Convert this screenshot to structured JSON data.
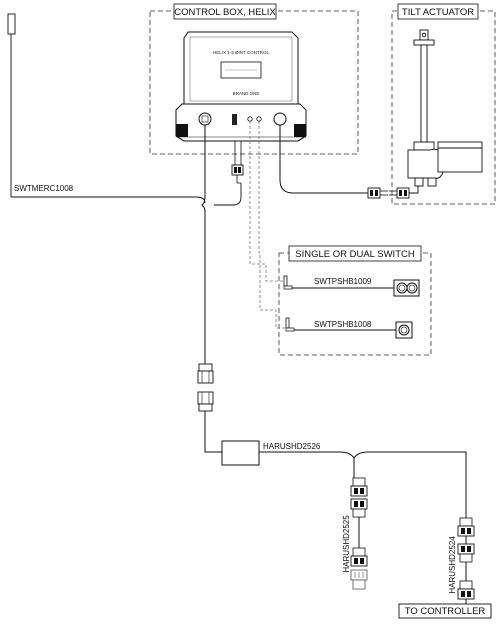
{
  "groups": {
    "control_box": "CONTROL BOX, HELIX",
    "tilt_actuator": "TILT ACTUATOR",
    "switch_group": "SINGLE OR DUAL SWITCH"
  },
  "device": {
    "panel_title": "HELIX 1-3 ØINT CONTROL",
    "panel_small": "BRAND ONE"
  },
  "parts": {
    "mercury_switch": "SWTMERC1008",
    "dual_switch": "SWTPSHB1009",
    "single_switch": "SWTPSHB1008",
    "harness_main": "HARUSHD2526",
    "harness_left": "HARUSHD2525",
    "harness_right": "HARUSHD2524"
  },
  "destination": "TO CONTROLLER"
}
